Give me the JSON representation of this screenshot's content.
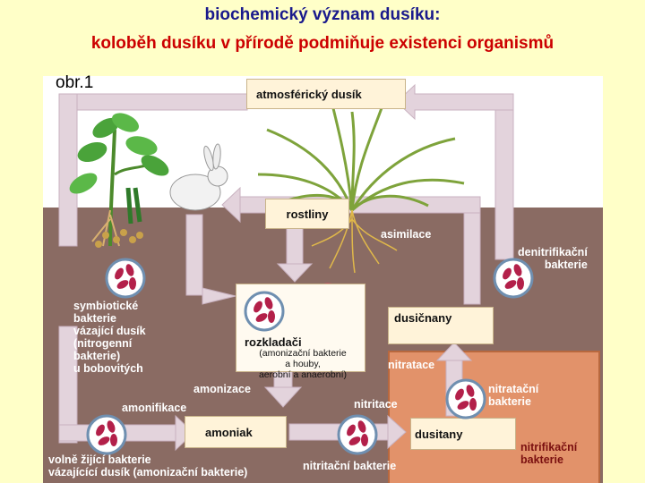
{
  "heading": {
    "line1": "biochemický význam dusíku:",
    "line2": "koloběh dusíku v přírodě podmiňuje existenci organismů",
    "figure_label": "obr.1"
  },
  "boxes": {
    "atmospheric": "atmosférický dusík",
    "plants": "rostliny",
    "decomposers": "rozkladači",
    "decomposers_detail": [
      "(amonizační bakterie",
      "a houby,",
      "aerobní a anaerobní)"
    ],
    "nitrates": "dusičnany",
    "ammonia": "amoniak",
    "nitrites": "dusitany"
  },
  "labels": {
    "assimilation": "asimilace",
    "denitrifying": [
      "denitrifikační",
      "bakterie"
    ],
    "symbiotic": [
      "symbiotické",
      "bakterie",
      "vázající dusík",
      "(nitrogenní",
      "bakterie)",
      "u bobovitých"
    ],
    "ammonization": "amonizace",
    "ammonification": "amonifikace",
    "nitration": "nitratace",
    "nitrating": [
      "nitratační",
      "bakterie"
    ],
    "nitritation": "nitritace",
    "free_living": [
      "volně žijící bakterie",
      "vázajícící dusík (amonizační bakterie)"
    ],
    "nitriting": "nitritační bakterie",
    "nitrifying": [
      "nitrifikační",
      "bakterie"
    ]
  },
  "colors": {
    "title_blue": "#1a1a8c",
    "title_red": "#cc0000",
    "soil": "#8a6b63",
    "arrow": "#e3d3dc",
    "nitrif_area": "#e2926a",
    "box_fill": "#fff3d9",
    "bacteria": "#b3204a"
  }
}
